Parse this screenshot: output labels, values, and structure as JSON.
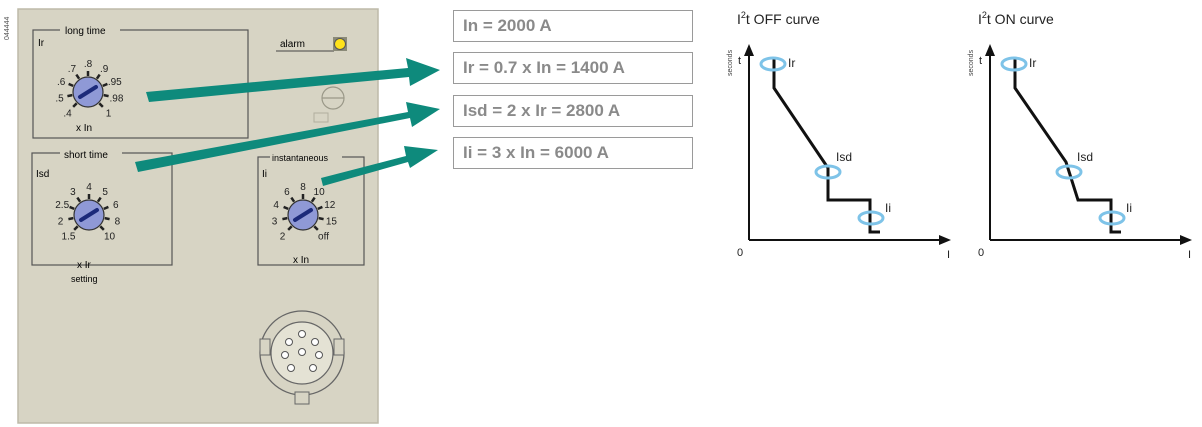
{
  "side_code": "044444",
  "panel": {
    "long_time": {
      "title": "long time",
      "param": "Ir",
      "unit": "x In",
      "ticks": [
        ".4",
        ".5",
        ".6",
        ".7",
        ".8",
        ".9",
        ".95",
        ".98",
        "1"
      ]
    },
    "alarm": {
      "label": "alarm"
    },
    "short_time": {
      "title": "short time",
      "param": "Isd",
      "unit": "x Ir",
      "caption": "setting",
      "ticks": [
        "1.5",
        "2",
        "2.5",
        "3",
        "4",
        "5",
        "6",
        "8",
        "10"
      ]
    },
    "instantaneous": {
      "title": "instantaneous",
      "param": "Ii",
      "unit": "x In",
      "ticks": [
        "2",
        "3",
        "4",
        "6",
        "8",
        "10",
        "12",
        "15",
        "off"
      ]
    }
  },
  "results": [
    {
      "text": "In = 2000 A"
    },
    {
      "text": "Ir = 0.7 x In = 1400 A"
    },
    {
      "text": "Isd = 2 x Ir = 2800 A"
    },
    {
      "text": "Ii = 3 x In = 6000 A"
    }
  ],
  "curves": [
    {
      "title_prefix": "I",
      "title_sup": "2",
      "title_suffix": "t OFF curve",
      "y_axis": "t",
      "y_axis_caption": "seconds",
      "x_axis": "I",
      "origin": "0",
      "markers": [
        "Ir",
        "Isd",
        "Ii"
      ]
    },
    {
      "title_prefix": "I",
      "title_sup": "2",
      "title_suffix": "t ON curve",
      "y_axis": "t",
      "y_axis_caption": "seconds",
      "x_axis": "I",
      "origin": "0",
      "markers": [
        "Ir",
        "Isd",
        "Ii"
      ]
    }
  ],
  "colors": {
    "panel_bg": "#d7d4c4",
    "dial_fill": "#8f99d6",
    "arrow": "#0e8a7c",
    "marker": "#7ec3e8",
    "alarm_led": "#ffe21a"
  }
}
